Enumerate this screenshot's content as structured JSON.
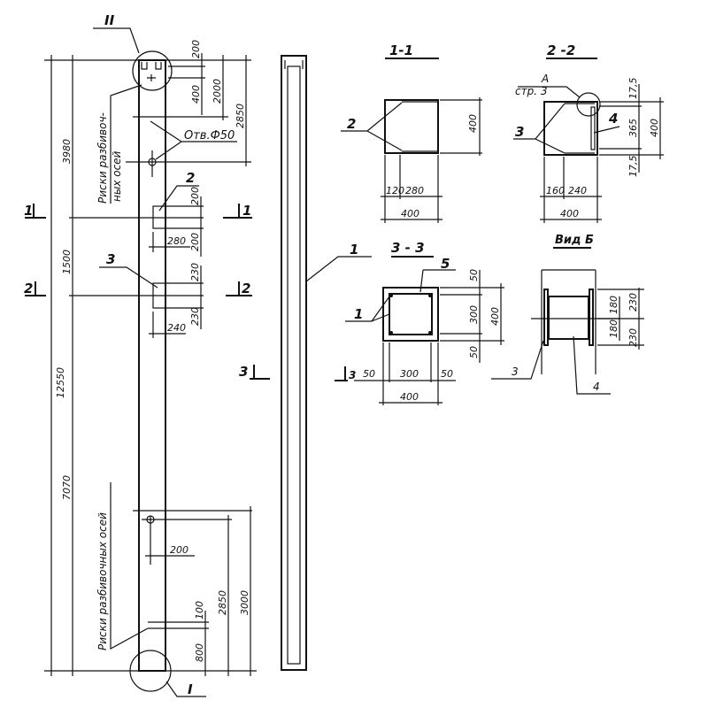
{
  "front_view": {
    "detail_top": "II",
    "detail_bottom": "I",
    "marks_label_top": [
      "Риски разбивоч-",
      "ных осей"
    ],
    "marks_label_bottom": "Риски разбивочных осей",
    "hole_label": "Отв.Ф50",
    "dims": {
      "overall": "12550",
      "upper": "3980",
      "middle": "1500",
      "lower": "7070",
      "top_200": "200",
      "top_400": "400",
      "top_2000": "2000",
      "top_2850": "2850",
      "ins2_200a": "200",
      "ins2_200b": "200",
      "ins2_280": "280",
      "ins3_230a": "230",
      "ins3_230b": "230",
      "ins3_240": "240",
      "bot_200": "200",
      "bot_100": "100",
      "bot_800": "800",
      "bot_2850": "2850",
      "bot_3000": "3000"
    },
    "pos_2": "2",
    "pos_3": "3"
  },
  "section_marks": {
    "s1": "1",
    "s2": "2",
    "s3": "3"
  },
  "side_view": {
    "pos_1": "1"
  },
  "section_1_1": {
    "title": "1-1",
    "pos": "2",
    "dims": {
      "h": "400",
      "a": "120",
      "b": "280",
      "w": "400"
    }
  },
  "section_2_2": {
    "title": "2 -2",
    "ref_a": "А",
    "ref_page": "стр. 3",
    "pos_3": "3",
    "pos_4": "4",
    "dims": {
      "t1": "17,5",
      "mid": "365",
      "t2": "17,5",
      "h": "400",
      "a": "160",
      "b": "240",
      "w": "400"
    }
  },
  "section_3_3": {
    "title": "3 - 3",
    "pos_1": "1",
    "pos_5": "5",
    "dims": {
      "top": "50",
      "mid": "300",
      "bot": "50",
      "h": "400",
      "l": "50",
      "c": "300",
      "r": "50",
      "w": "400"
    }
  },
  "view_b": {
    "title": "Вид Б",
    "pos_3": "3",
    "pos_4": "4",
    "dims": {
      "a1": "180",
      "a2": "180",
      "b1": "230",
      "b2": "230"
    }
  }
}
